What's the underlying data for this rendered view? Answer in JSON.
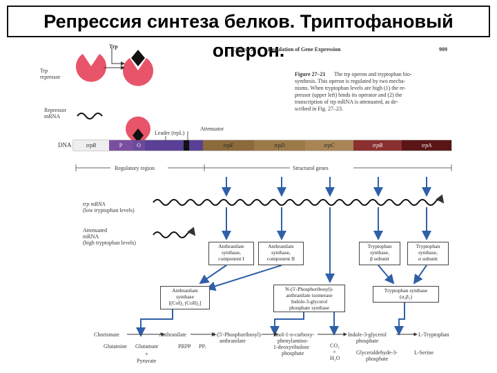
{
  "slide_title": "Репрессия синтеза белков. Триптофановый оперон.",
  "page_header": {
    "chapter": "Chapter 27",
    "section": "Regulation of Gene Expression",
    "page_number": "909"
  },
  "caption": {
    "label": "Figure 27–21",
    "lines": [
      "The trp operon and tryptophan bio-",
      "synthesis. This operon is regulated by two mecha-",
      "nisms. When tryptophan levels are high (1) the re-",
      "pressor (upper left) binds its operator and (2) the",
      "transcription of trp mRNA is attenuated, as de-",
      "scribed in Fig. 27–23."
    ]
  },
  "labels": {
    "trp": "Trp",
    "trp_repressor": [
      "Trp",
      "repressor"
    ],
    "repressor_mrna": [
      "Repressor",
      "mRNA"
    ],
    "leader": "Leader (trpL)",
    "attenuator": "Attenuator",
    "dna": "DNA",
    "regulatory_region": "Regulatory region",
    "structural_genes": "Structural genes",
    "trp_mrna": [
      "trp mRNA",
      "(low tryptophan levels)"
    ],
    "attenuated_mrna": [
      "Attenuated",
      "mRNA",
      "(high tryptophan levels)"
    ]
  },
  "dna_segments": {
    "trpR": "trpR",
    "P": "P",
    "O": "O",
    "trpE": "trpE",
    "trpD": "trpD",
    "trpC": "trpC",
    "trpB": "trpB",
    "trpA": "trpA"
  },
  "enzymes": {
    "anthranilate_synthase_1": [
      "Anthranilate",
      "synthase,",
      "component I"
    ],
    "anthranilate_synthase_2": [
      "Anthranilate",
      "synthase,",
      "component II"
    ],
    "trp_synthase_beta": [
      "Tryptophan",
      "synthase,",
      "β subunit"
    ],
    "trp_synthase_alpha": [
      "Tryptophan",
      "synthase,",
      "α subunit"
    ],
    "anthranilate_synthase_complex": [
      "Anthranilate",
      "synthase",
      "[(CoI)₂ (CoII)₂]"
    ],
    "pr_anthranilate_isomerase": [
      "N-(5'-Phosphoribosyl)-",
      "anthranilate isomerase",
      "Indole-3-glycerol",
      "phosphate synthase"
    ],
    "trp_synthase_complex": [
      "Tryptophan synthase",
      "(α₂β₂)"
    ]
  },
  "pathway": {
    "chorismate": "Chorismate",
    "glutamine": "Glutamine",
    "glutamate": "Glutamate",
    "pyruvate": "Pyruvate",
    "plus1": "+",
    "anthranilate": "Anthranilate",
    "prpp": "PRPP",
    "ppi": "PPᵢ",
    "pr_anthranilate": [
      "N-(5'-Phosphoribosyl)-",
      "anthranilate"
    ],
    "enol": [
      "Enol-1-o-carboxy-",
      "phenylamino-",
      "1-deoxyribulose",
      "phosphate"
    ],
    "co2": "CO₂",
    "plus2": "+",
    "h2o": "H₂O",
    "indole_glycerol": [
      "Indole-3-glycerol",
      "phosphate"
    ],
    "glyceraldehyde": [
      "Glyceraldehyde-3-",
      "phosphate"
    ],
    "l_tryptophan": "L-Tryptophan",
    "l_serine": "L-Serine"
  },
  "colors": {
    "repressor": "#e8546a",
    "tryptophan": "#111111",
    "dna_promoter": "#7b4fa0",
    "dna_leader": "#5a3f96",
    "dna_trpE": "#8c6a3c",
    "dna_trpD": "#9c7a48",
    "dna_trpC": "#a88456",
    "dna_trpB": "#8a3030",
    "dna_trpA": "#5a1616",
    "arrow": "#2f5fa8"
  }
}
